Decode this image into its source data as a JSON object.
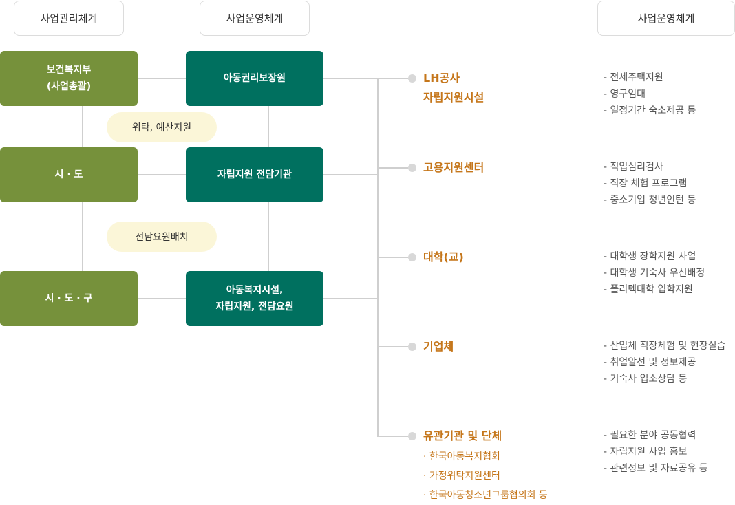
{
  "headers": [
    "사업관리체계",
    "사업운영체계",
    "사업운영체계"
  ],
  "management": [
    "보건복지부\n(사업총괄)",
    "시 · 도",
    "시 · 도 · 구"
  ],
  "operation": [
    "아동권리보장원",
    "자립지원 전담기관",
    "아동복지시설,\n자립지원, 전담요원"
  ],
  "pills": [
    "위탁, 예산지원",
    "전담요원배치"
  ],
  "categories": [
    {
      "name": "LH공사\n자립지원시설",
      "details": [
        "- 전세주택지원",
        "- 영구임대",
        "- 일정기간 숙소제공 등"
      ]
    },
    {
      "name": "고용지원센터",
      "details": [
        "- 직업심리검사",
        "- 직장 체험 프로그램",
        "- 중소기업 청년인턴 등"
      ]
    },
    {
      "name": "대학(교)",
      "details": [
        "- 대학생 장학지원 사업",
        "- 대학생 기숙사 우선배정",
        "- 폴리텍대학 입학지원"
      ]
    },
    {
      "name": "기업체",
      "details": [
        "- 산업체 직장체험 및 현장실습",
        "- 취업알선 및 정보제공",
        "- 기숙사 입소상담 등"
      ]
    },
    {
      "name": "유관기관 및 단체",
      "details": [
        "- 필요한 분야 공동협력",
        "- 자립지원 사업 홍보",
        "- 관련정보 및 자료공유 등"
      ],
      "subs": [
        "· 한국아동복지협회",
        "· 가정위탁지원센터",
        "· 한국아동청소년그룹협의회 등"
      ]
    }
  ],
  "colors": {
    "green": "#76913b",
    "teal": "#00705f",
    "orange": "#c5761a",
    "pill": "#fbf6d8"
  }
}
